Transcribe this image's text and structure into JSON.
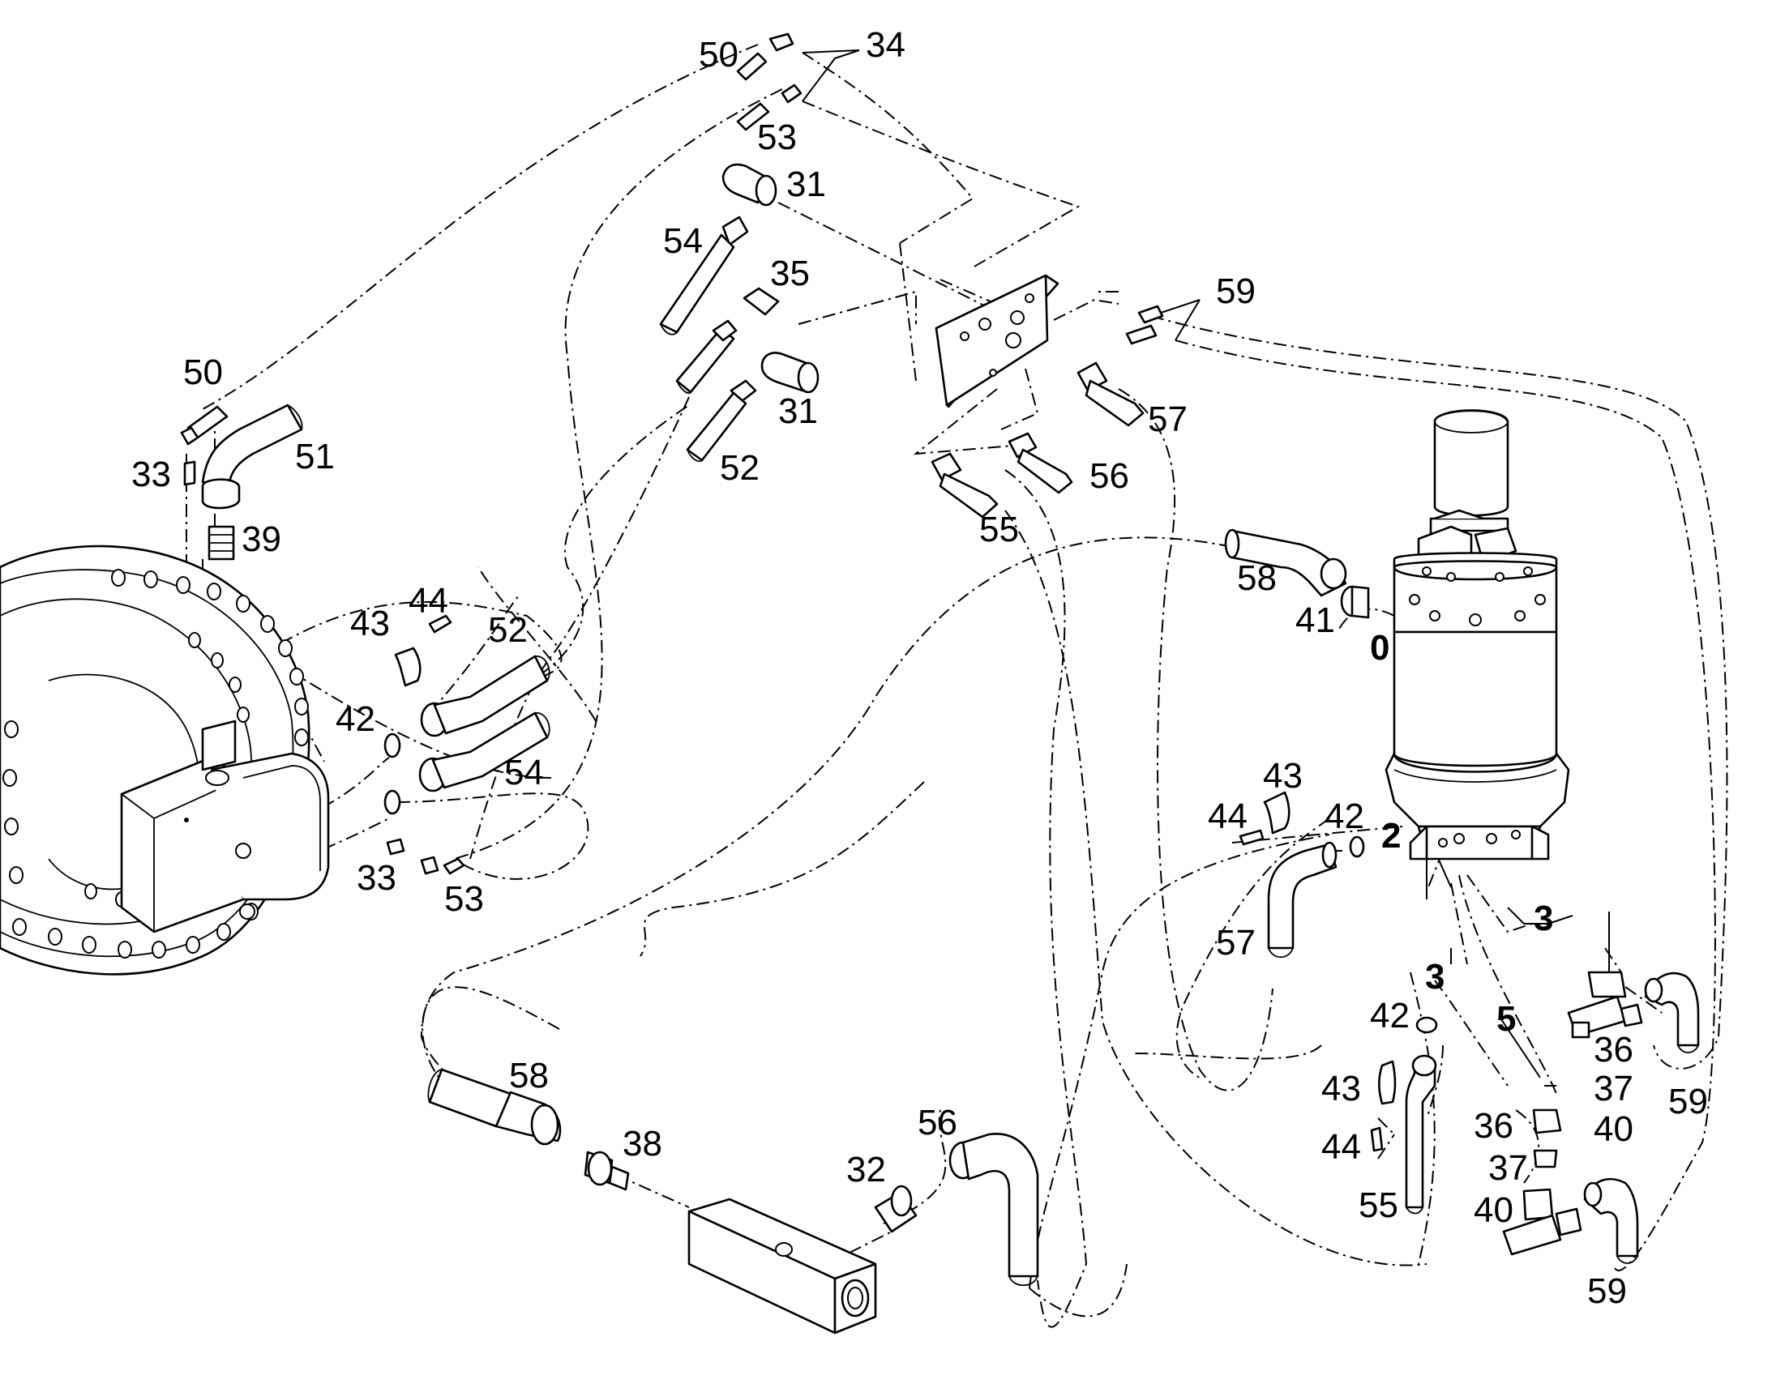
{
  "diagram": {
    "labels": [
      {
        "id": "l34",
        "text": "34"
      },
      {
        "id": "l50a",
        "text": "50"
      },
      {
        "id": "l53a",
        "text": "53"
      },
      {
        "id": "l31a",
        "text": "31"
      },
      {
        "id": "l54a",
        "text": "54"
      },
      {
        "id": "l35",
        "text": "35"
      },
      {
        "id": "l31b",
        "text": "31"
      },
      {
        "id": "l52a",
        "text": "52"
      },
      {
        "id": "l59a",
        "text": "59"
      },
      {
        "id": "l57a",
        "text": "57"
      },
      {
        "id": "l56a",
        "text": "56"
      },
      {
        "id": "l55a",
        "text": "55"
      },
      {
        "id": "l50b",
        "text": "50"
      },
      {
        "id": "l51",
        "text": "51"
      },
      {
        "id": "l33a",
        "text": "33"
      },
      {
        "id": "l39",
        "text": "39"
      },
      {
        "id": "l58a",
        "text": "58"
      },
      {
        "id": "l41",
        "text": "41"
      },
      {
        "id": "l0",
        "text": "0"
      },
      {
        "id": "l44a",
        "text": "44"
      },
      {
        "id": "l43a",
        "text": "43"
      },
      {
        "id": "l52b",
        "text": "52"
      },
      {
        "id": "l42a",
        "text": "42"
      },
      {
        "id": "l54b",
        "text": "54"
      },
      {
        "id": "l33b",
        "text": "33"
      },
      {
        "id": "l53b",
        "text": "53"
      },
      {
        "id": "l43b",
        "text": "43"
      },
      {
        "id": "l44b",
        "text": "44"
      },
      {
        "id": "l42b",
        "text": "42"
      },
      {
        "id": "l2",
        "text": "2"
      },
      {
        "id": "l57b",
        "text": "57"
      },
      {
        "id": "l3a",
        "text": "3"
      },
      {
        "id": "l3b",
        "text": "3"
      },
      {
        "id": "l42c",
        "text": "42"
      },
      {
        "id": "l5",
        "text": "5"
      },
      {
        "id": "l36a",
        "text": "36"
      },
      {
        "id": "l37a",
        "text": "37"
      },
      {
        "id": "l40a",
        "text": "40"
      },
      {
        "id": "l59b",
        "text": "59"
      },
      {
        "id": "l43c",
        "text": "43"
      },
      {
        "id": "l44c",
        "text": "44"
      },
      {
        "id": "l55b",
        "text": "55"
      },
      {
        "id": "l36b",
        "text": "36"
      },
      {
        "id": "l37b",
        "text": "37"
      },
      {
        "id": "l40b",
        "text": "40"
      },
      {
        "id": "l59c",
        "text": "59"
      },
      {
        "id": "l58b",
        "text": "58"
      },
      {
        "id": "l38",
        "text": "38"
      },
      {
        "id": "l56b",
        "text": "56"
      },
      {
        "id": "l32",
        "text": "32"
      }
    ]
  }
}
